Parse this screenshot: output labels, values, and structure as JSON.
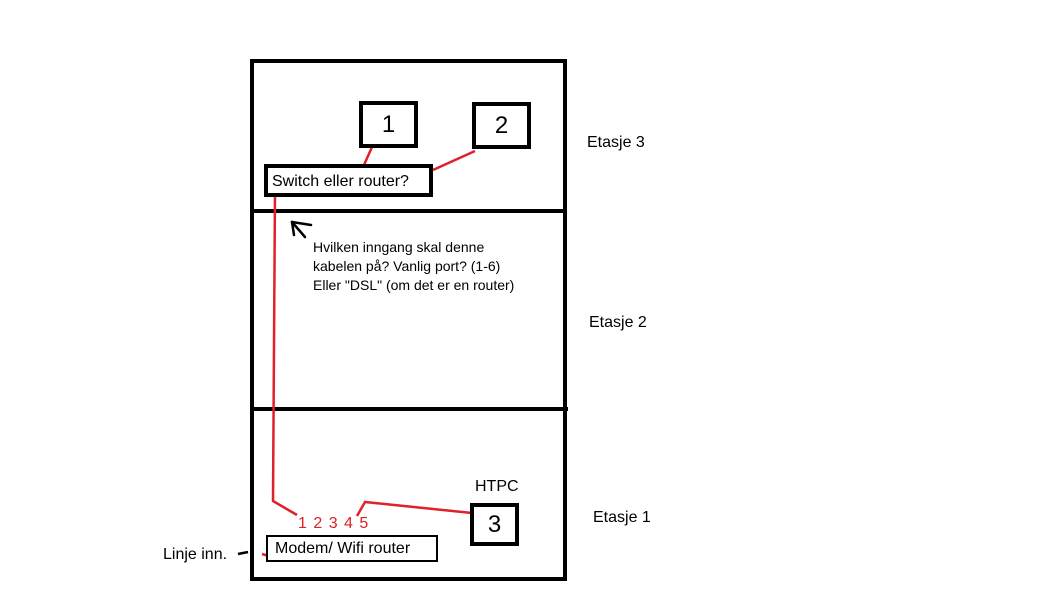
{
  "floors": [
    {
      "id": "3",
      "label": "Etasje 3"
    },
    {
      "id": "2",
      "label": "Etasje 2"
    },
    {
      "id": "1",
      "label": "Etasje 1"
    }
  ],
  "devices": {
    "switch_label": "Switch eller router?",
    "modem_label": "Modem/ Wifi router",
    "box1": "1",
    "box2": "2",
    "box3": "3",
    "htpc_label": "HTPC"
  },
  "ports": "1 2 3 4 5",
  "note": "Hvilken inngang skal denne kabelen på? Vanlig port? (1-6) Eller \"DSL\" (om det er en router)",
  "line_in": "Linje inn.",
  "colors": {
    "cable": "#e0202a",
    "outline": "#000000"
  }
}
